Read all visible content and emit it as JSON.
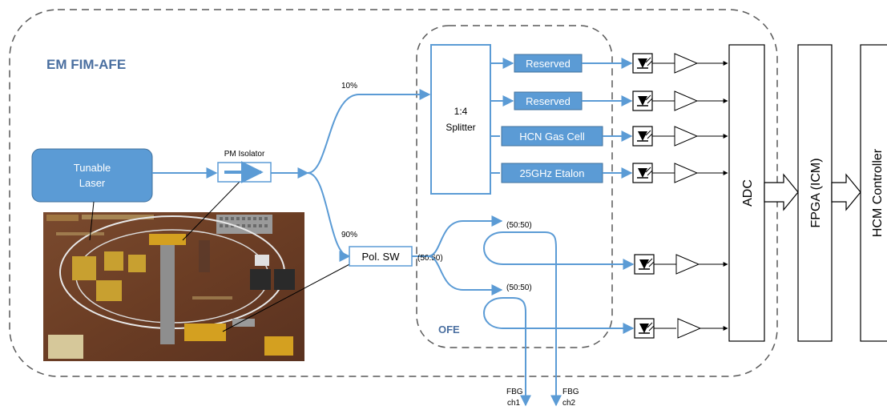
{
  "title": "EM FIM-AFE",
  "colors": {
    "fiber": "#5b9bd5",
    "block_fill": "#5b9bd5",
    "block_text": "#ffffff",
    "title_text": "#4a6fa0",
    "line": "#000000",
    "dashed": "#595959"
  },
  "laser": {
    "line1": "Tunable",
    "line2": "Laser"
  },
  "isolator": {
    "label": "PM Isolator"
  },
  "coupler": {
    "upper_pct": "10%",
    "lower_pct": "90%"
  },
  "switch": {
    "label": "Pol. SW"
  },
  "splitter": {
    "line1": "1:4",
    "line2": "Splitter"
  },
  "ofe_blocks": [
    "Reserved",
    "Reserved",
    "HCN Gas Cell",
    "25GHz Etalon"
  ],
  "ofe_label": "OFE",
  "ratios": {
    "main": "(50:50)",
    "upper": "(50:50)",
    "lower": "(50:50)"
  },
  "fbg": [
    {
      "line1": "FBG",
      "line2": "ch1"
    },
    {
      "line1": "FBG",
      "line2": "ch2"
    }
  ],
  "adc": {
    "label": "ADC"
  },
  "fpga": {
    "label": "FPGA (ICM)"
  },
  "controller": {
    "label": "HCM Controller"
  },
  "photo": {
    "description_icon": "pcb-photo"
  }
}
